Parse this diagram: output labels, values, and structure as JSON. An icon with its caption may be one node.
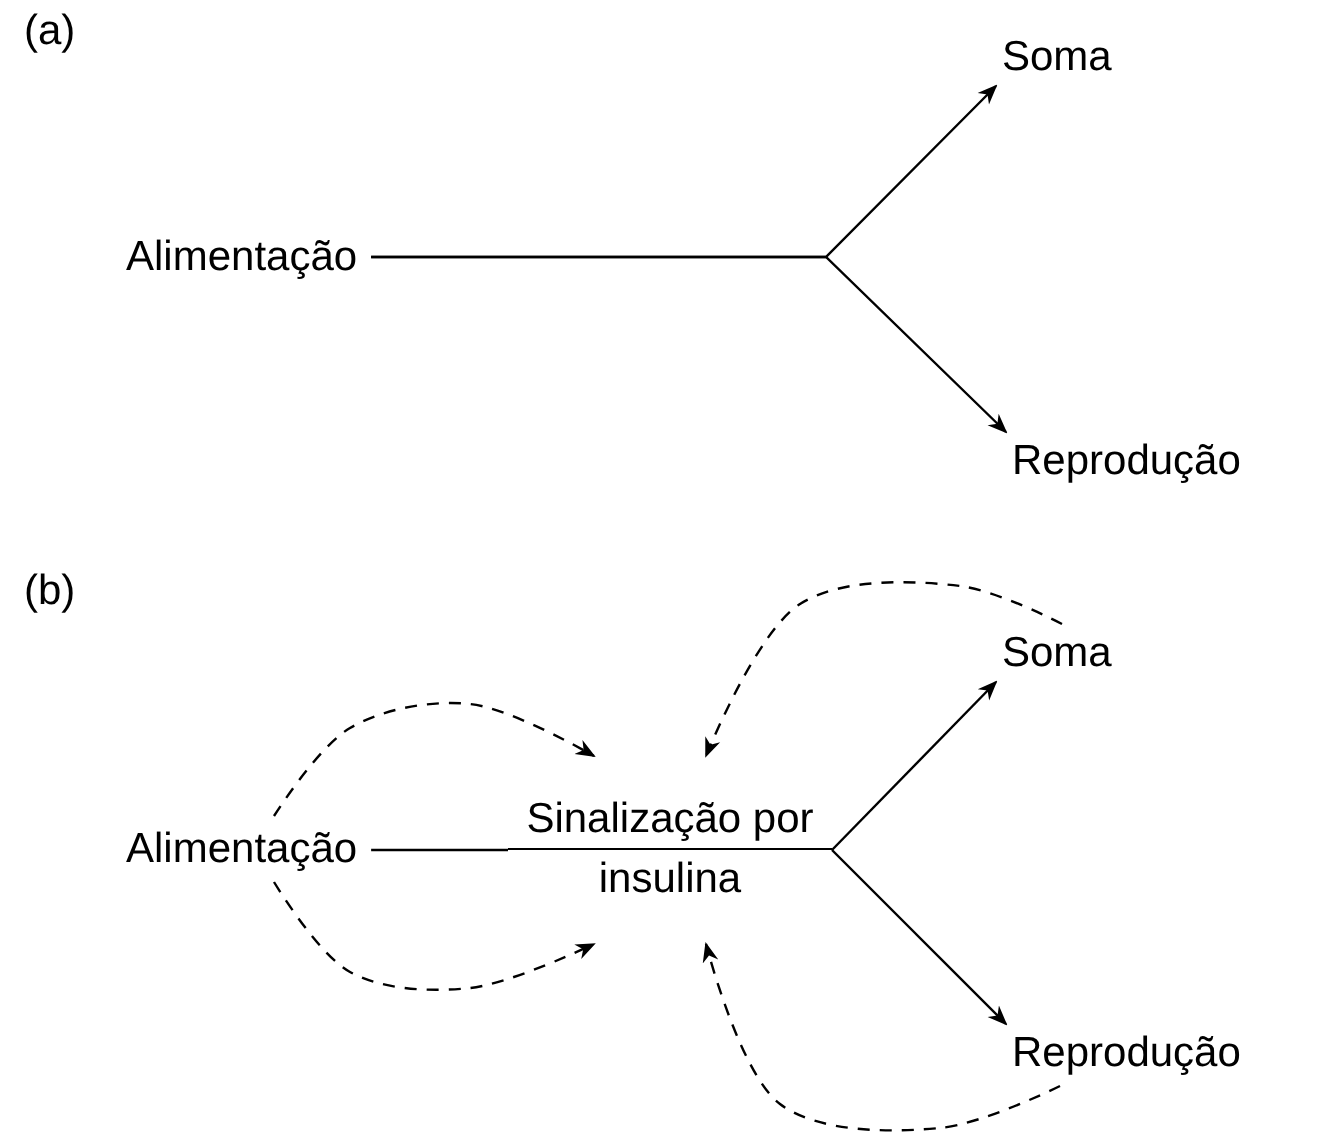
{
  "diagram": {
    "nodes": [
      {
        "text": [
          "Alimentação"
        ]
      },
      {
        "text": [
          "Soma"
        ]
      },
      {
        "text": [
          "Reprodução"
        ]
      },
      {
        "text": [
          "Alimentação"
        ]
      },
      {
        "text": [
          "Sinalização por insulina"
        ]
      },
      {
        "text": [
          "Soma"
        ]
      },
      {
        "text": [
          "Reprodução"
        ]
      }
    ],
    "edges": [
      {
        "from": 0,
        "to": 1,
        "arrow": "to"
      },
      {
        "from": 0,
        "to": 2,
        "arrow": "to"
      },
      {
        "from": 3,
        "to": 4,
        "arrow": "none"
      },
      {
        "from": 4,
        "to": 5,
        "arrow": "to"
      },
      {
        "from": 4,
        "to": 6,
        "arrow": "to"
      },
      {
        "from": 3,
        "to": 4,
        "arrow": "to",
        "style": "dashed"
      },
      {
        "from": 3,
        "to": 4,
        "arrow": "to",
        "style": "dashed"
      },
      {
        "from": 5,
        "to": 4,
        "arrow": "to",
        "style": "dashed"
      },
      {
        "from": 6,
        "to": 4,
        "arrow": "to",
        "style": "dashed"
      }
    ],
    "labels": [
      "(a)",
      "(b)"
    ]
  }
}
